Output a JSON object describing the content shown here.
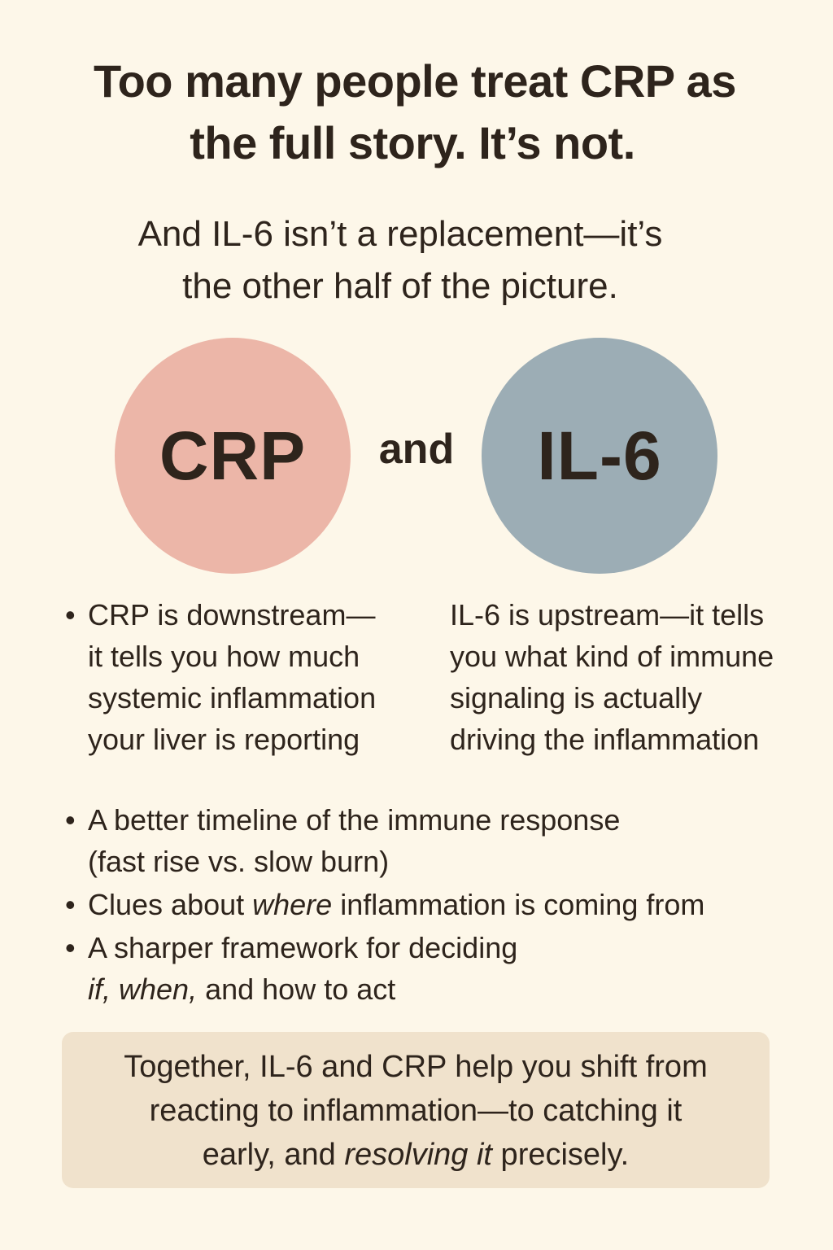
{
  "colors": {
    "background": "#fdf7e9",
    "text": "#2e241c",
    "crp_circle": "#ecb6a8",
    "il6_circle": "#9cadb5",
    "summary_box": "#f0e2cc"
  },
  "header": {
    "title_lines": [
      "Too many people treat CRP as",
      "the full story. It’s not."
    ],
    "subtitle_lines": [
      "And IL-6 isn’t a replacement—it’s",
      "the other half of the picture."
    ]
  },
  "comparison": {
    "left_circle": "CRP",
    "connector": "and",
    "right_circle": "IL-6",
    "left_description": {
      "bullet": "•",
      "lines": [
        "CRP is downstream—",
        "it tells you how much",
        "systemic inflammation",
        "your liver is reporting"
      ]
    },
    "right_description": {
      "lines": [
        "IL-6 is upstream—it tells",
        "you what kind of immune",
        "signaling is actually",
        "driving the inflammation"
      ]
    }
  },
  "benefits": [
    {
      "bullet": "•",
      "line1": "A better timeline of the immune response",
      "line2": "(fast rise vs. slow burn)"
    },
    {
      "bullet": "•",
      "pre": "Clues about ",
      "italic": "where",
      "post": " inflammation is coming from"
    },
    {
      "bullet": "•",
      "line1": "A sharper framework for deciding",
      "line2_italic": "if, when,",
      "line2_post": " and how to act"
    }
  ],
  "summary": {
    "line1": "Together, IL-6 and CRP help you shift from",
    "line2": "reacting to inflammation—to catching it",
    "line3_pre": "early, and ",
    "line3_italic": "resolving it",
    "line3_post": " precisely."
  }
}
